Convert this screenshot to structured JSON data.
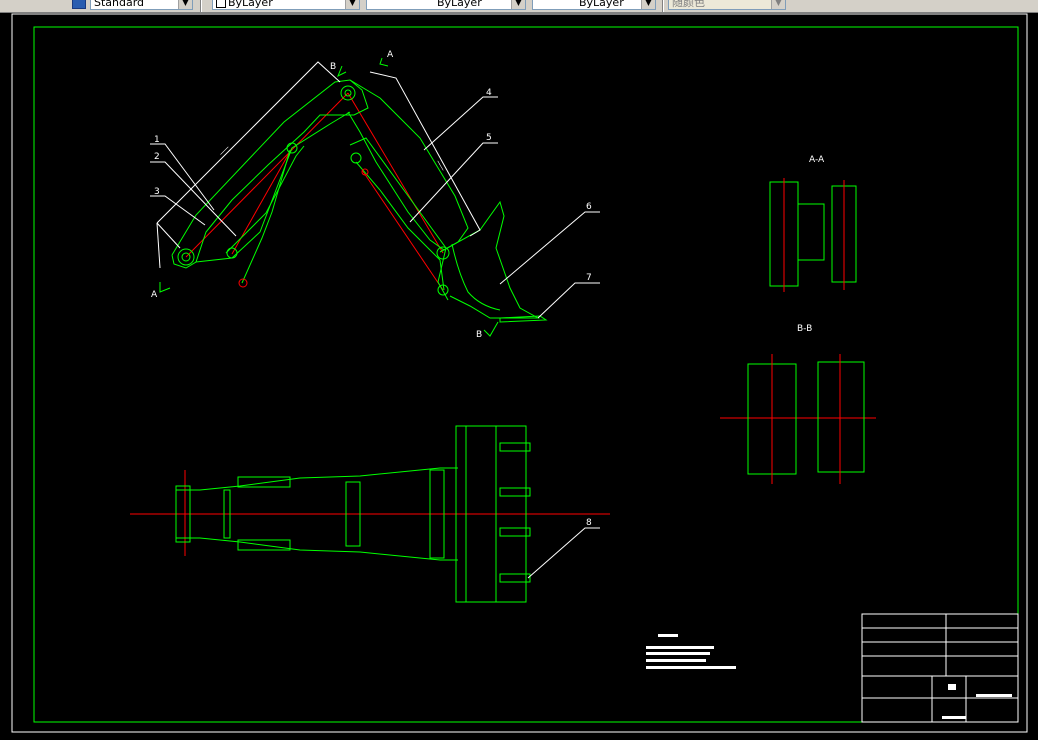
{
  "toolbar": {
    "text_style": "Standard",
    "layer_color": "ByLayer",
    "linetype": "ByLayer",
    "lineweight": "ByLayer",
    "plot_style": "随颜色"
  },
  "drawing": {
    "labels": {
      "part_1": "1",
      "part_2": "2",
      "part_3": "3",
      "part_4": "4",
      "part_5": "5",
      "part_6": "6",
      "part_7": "7",
      "part_8": "8",
      "mark_a_top": "A",
      "mark_a_bottom": "A",
      "mark_b_top": "B",
      "mark_b_bottom": "B",
      "section_aa": "A-A",
      "section_bb": "B-B"
    },
    "colors": {
      "outline": "#00ff00",
      "centerline": "#ff0000",
      "text": "#ffffff",
      "background": "#000000"
    }
  }
}
